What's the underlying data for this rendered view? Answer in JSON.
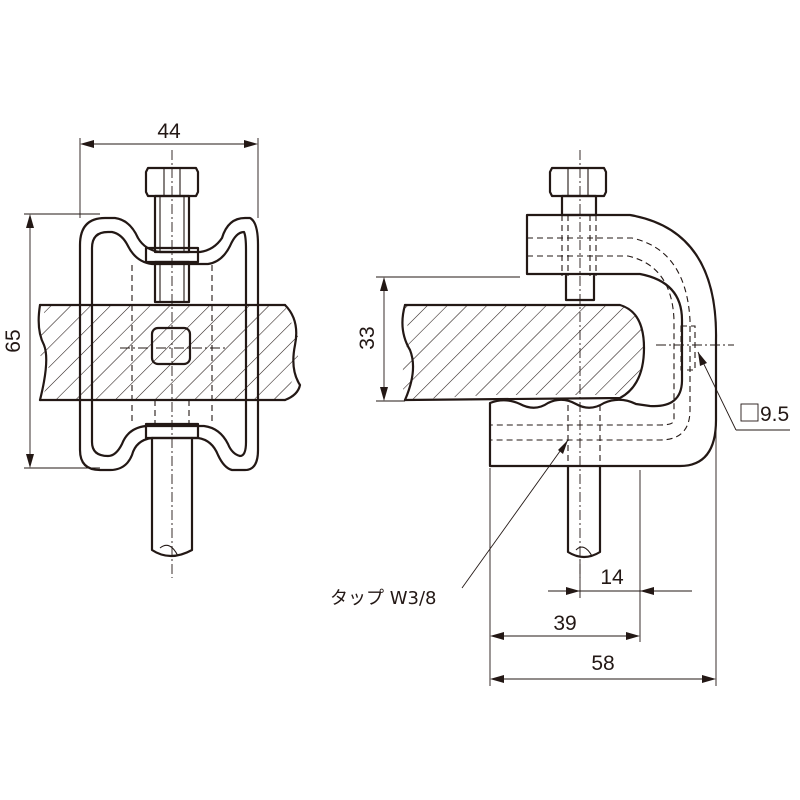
{
  "dimensions": {
    "width_front": "44",
    "height_front": "65",
    "flange_thickness": "33",
    "square_hole": "9.5",
    "offset_14": "14",
    "length_39": "39",
    "length_58": "58"
  },
  "annotations": {
    "tap_label": "タップ W3/8",
    "square_symbol": "□"
  },
  "colors": {
    "line": "#231815",
    "background": "#ffffff"
  }
}
